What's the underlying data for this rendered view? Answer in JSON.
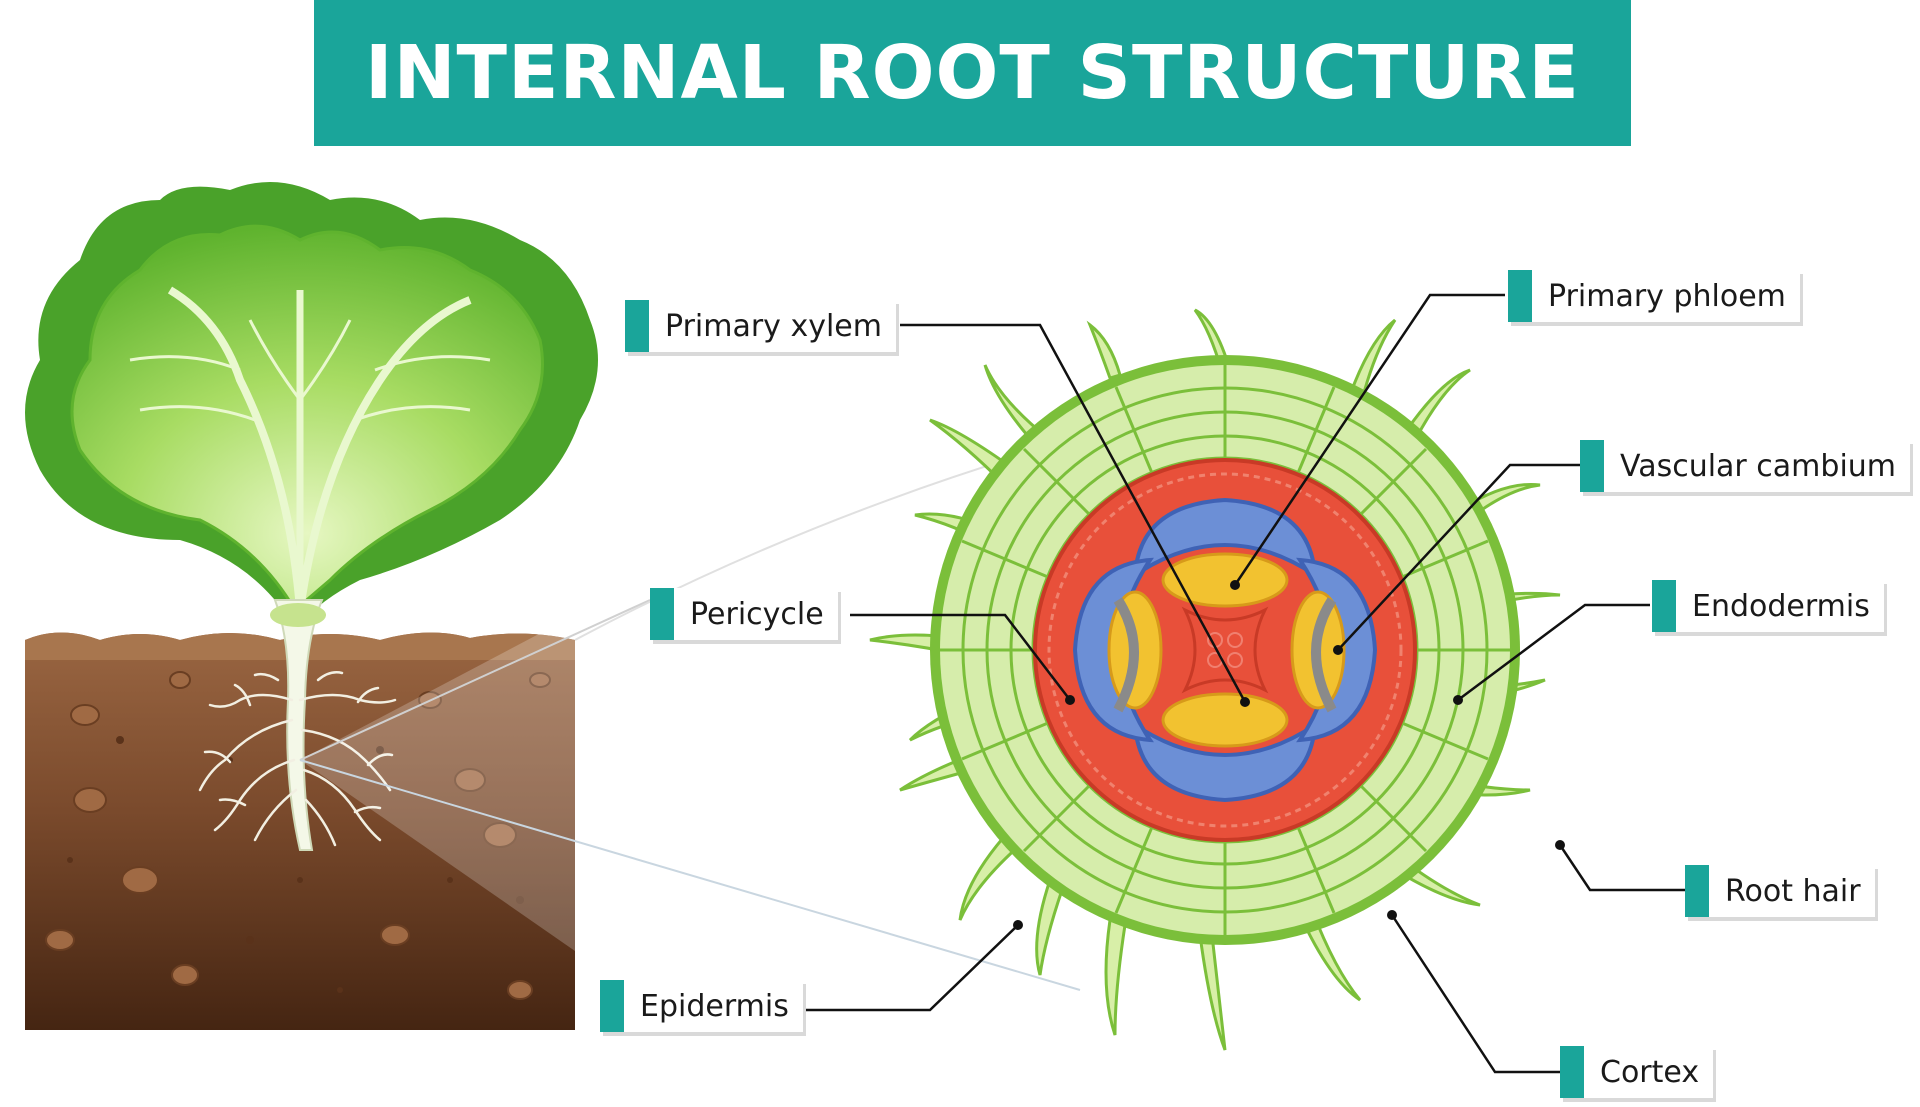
{
  "title": "INTERNAL ROOT STRUCTURE",
  "colors": {
    "accent": "#1aa59a",
    "cortex": "#cde8a0",
    "epidermis": "#7bbf3a",
    "endodermis": "#e8503a",
    "vascular": "#6c8fd6",
    "phloem": "#f2c230",
    "xylem_center": "#e8503a",
    "cambium": "#8a8a8a",
    "soil_top": "#8a5a3a",
    "soil_bottom": "#4a2a18",
    "leaf": "#8fd14f"
  },
  "labels": {
    "primary_xylem": "Primary xylem",
    "primary_phloem": "Primary phloem",
    "vascular_cambium": "Vascular cambium",
    "endodermis": "Endodermis",
    "pericycle": "Pericycle",
    "root_hair": "Root hair",
    "epidermis": "Epidermis",
    "cortex": "Cortex"
  }
}
